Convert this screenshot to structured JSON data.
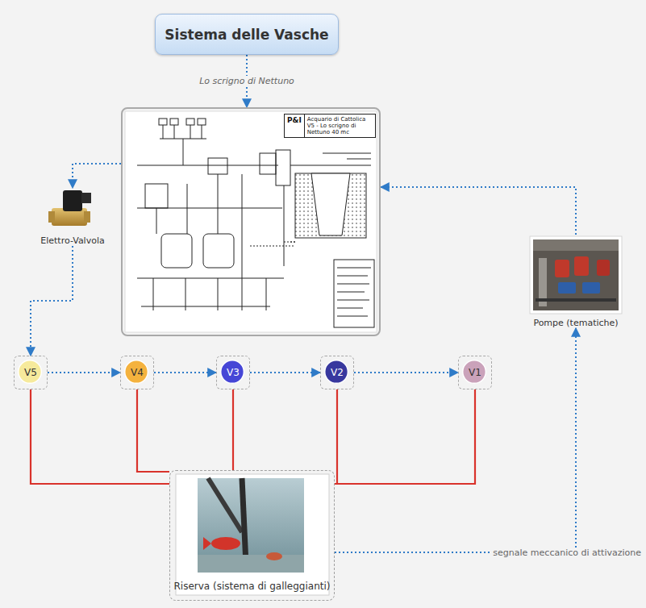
{
  "diagram": {
    "nodes": [
      {
        "text": [
          "Sistema delle Vasche"
        ]
      },
      {
        "text": [
          "P&I",
          "Acquario di Cattolica V5 - Lo scrigno di Nettuno 40 mc"
        ]
      },
      {
        "text": [
          "Elettro-Valvola"
        ]
      },
      {
        "text": [
          "Pompe (tematiche)"
        ]
      },
      {
        "text": [
          "V5"
        ]
      },
      {
        "text": [
          "V4"
        ]
      },
      {
        "text": [
          "V3"
        ]
      },
      {
        "text": [
          "V2"
        ]
      },
      {
        "text": [
          "V1"
        ]
      },
      {
        "text": [
          "Riserva (sistema di galleggianti)"
        ]
      }
    ],
    "edges": [
      {
        "from": 0,
        "to": 1,
        "label": "Lo scrigno di Nettuno",
        "arrow": "to"
      },
      {
        "from": 1,
        "to": 2,
        "arrow": "to"
      },
      {
        "from": 2,
        "to": 4,
        "arrow": "to"
      },
      {
        "from": 4,
        "to": 5,
        "arrow": "to"
      },
      {
        "from": 5,
        "to": 6,
        "arrow": "to"
      },
      {
        "from": 6,
        "to": 7,
        "arrow": "to"
      },
      {
        "from": 7,
        "to": 8,
        "arrow": "to"
      },
      {
        "from": 3,
        "to": 1,
        "arrow": "to"
      },
      {
        "from": 9,
        "to": 3,
        "label": "segnale meccanico di attivazione",
        "arrow": "to"
      },
      {
        "from": 4,
        "to": 9,
        "arrow": "none"
      },
      {
        "from": 5,
        "to": 9,
        "arrow": "none"
      },
      {
        "from": 6,
        "to": 9,
        "arrow": "none"
      },
      {
        "from": 7,
        "to": 9,
        "arrow": "none"
      },
      {
        "from": 8,
        "to": 9,
        "arrow": "none"
      }
    ]
  }
}
